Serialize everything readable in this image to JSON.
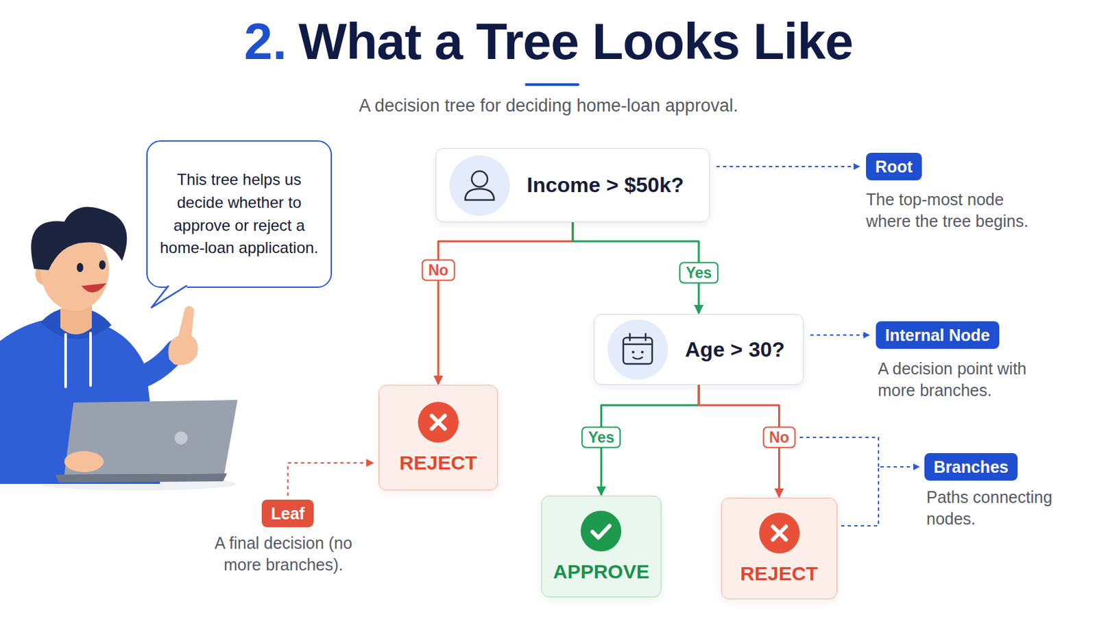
{
  "diagram": {
    "title": "What a Tree Looks Like",
    "caption": "A decision tree for deciding home-loan approval.",
    "nodes": [
      {
        "text": [
          "Income > $50k?"
        ]
      },
      {
        "text": [
          "Root"
        ]
      },
      {
        "text": [
          "This tree helps us decide whether to approve or reject a home-loan application."
        ]
      },
      {
        "text": [
          "Age > 30?"
        ]
      },
      {
        "text": [
          "Internal Node"
        ]
      },
      {
        "text": [
          "REJECT"
        ]
      },
      {
        "text": [
          "Branches"
        ]
      },
      {
        "text": [
          "Leaf"
        ]
      },
      {
        "text": [
          "APPROVE"
        ]
      },
      {
        "text": [
          "REJECT"
        ]
      }
    ],
    "edges": [
      {
        "from": 0,
        "to": 5,
        "label": "No",
        "arrow": "to"
      },
      {
        "from": 0,
        "to": 3,
        "label": "Yes",
        "arrow": "to"
      },
      {
        "from": 3,
        "to": 8,
        "label": "Yes",
        "arrow": "to"
      },
      {
        "from": 3,
        "to": 9,
        "label": "No",
        "arrow": "to"
      },
      {
        "from": 0,
        "to": 1,
        "arrow": "to"
      },
      {
        "from": 3,
        "to": 4,
        "arrow": "to"
      },
      {
        "from": 7,
        "to": 5,
        "arrow": "to"
      },
      {
        "from": 9,
        "to": 6,
        "arrow": "to"
      }
    ],
    "labels": [
      "2.",
      "The top-most node where the tree begins.",
      "A decision point with more branches.",
      "Paths connecting nodes.",
      "A final decision (no more branches)."
    ]
  }
}
